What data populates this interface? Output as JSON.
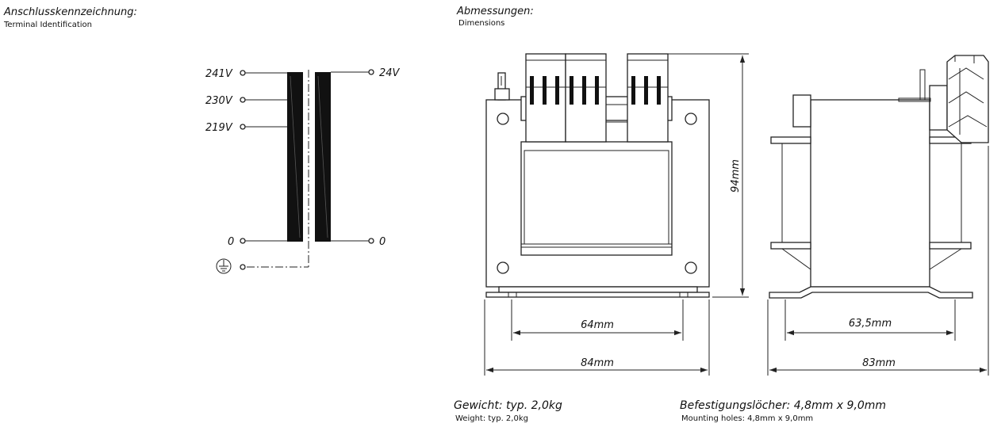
{
  "terminal": {
    "title": "Anschlusskennzeichnung:",
    "subtitle": "Terminal  Identification",
    "primary": [
      "241V",
      "230V",
      "219V",
      "0"
    ],
    "secondary": [
      "24V",
      "0"
    ]
  },
  "dimensions": {
    "title": "Abmessungen:",
    "subtitle": "Dimensions",
    "height": "94mm",
    "front_inner": "64mm",
    "front_outer": "84mm",
    "side_inner": "63,5mm",
    "side_outer": "83mm"
  },
  "weight": {
    "label": "Gewicht: typ. 2,0kg",
    "sub": "Weight:  typ.  2,0kg"
  },
  "holes": {
    "label": "Befestigungslöcher: 4,8mm x 9,0mm",
    "sub": "Mounting  holes:  4,8mm  x  9,0mm"
  },
  "icons": {
    "ground": "protective-earth-icon"
  }
}
